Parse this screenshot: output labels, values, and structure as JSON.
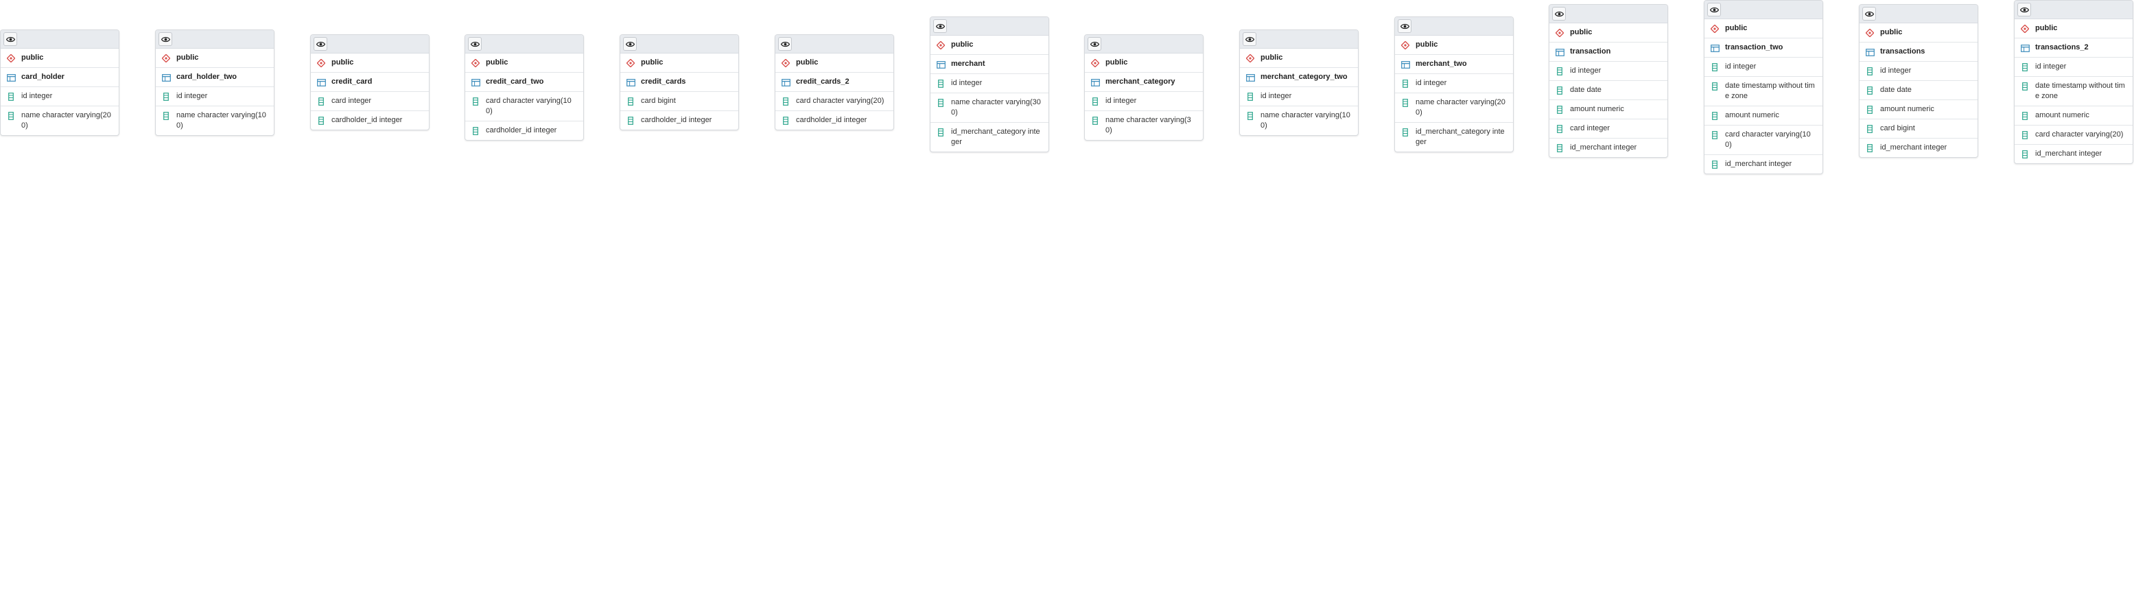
{
  "diagram": {
    "title": "",
    "colors": {
      "schema_icon": "#d9534f",
      "table_icon": "#3c8dbc",
      "column_icon": "#2ca58d",
      "header_bg": "#e8ebef"
    },
    "nodes": [
      {
        "id": "card_holder",
        "schema": "public",
        "table": "card_holder",
        "columns": [
          "id integer",
          "name character varying(200)"
        ]
      },
      {
        "id": "card_holder_two",
        "schema": "public",
        "table": "card_holder_two",
        "columns": [
          "id integer",
          "name character varying(100)"
        ]
      },
      {
        "id": "credit_card",
        "schema": "public",
        "table": "credit_card",
        "columns": [
          "card integer",
          "cardholder_id integer"
        ]
      },
      {
        "id": "credit_card_two",
        "schema": "public",
        "table": "credit_card_two",
        "columns": [
          "card character varying(100)",
          "cardholder_id integer"
        ]
      },
      {
        "id": "credit_cards",
        "schema": "public",
        "table": "credit_cards",
        "columns": [
          "card bigint",
          "cardholder_id integer"
        ]
      },
      {
        "id": "credit_cards_2",
        "schema": "public",
        "table": "credit_cards_2",
        "columns": [
          "card character varying(20)",
          "cardholder_id integer"
        ]
      },
      {
        "id": "merchant",
        "schema": "public",
        "table": "merchant",
        "columns": [
          "id integer",
          "name character varying(300)",
          "id_merchant_category integer"
        ]
      },
      {
        "id": "merchant_category",
        "schema": "public",
        "table": "merchant_category",
        "columns": [
          "id integer",
          "name character varying(30)"
        ]
      },
      {
        "id": "merchant_category_two",
        "schema": "public",
        "table": "merchant_category_two",
        "columns": [
          "id integer",
          "name character varying(100)"
        ]
      },
      {
        "id": "merchant_two",
        "schema": "public",
        "table": "merchant_two",
        "columns": [
          "id integer",
          "name character varying(200)",
          "id_merchant_category integer"
        ]
      },
      {
        "id": "transaction",
        "schema": "public",
        "table": "transaction",
        "columns": [
          "id integer",
          "date date",
          "amount numeric",
          "card integer",
          "id_merchant integer"
        ]
      },
      {
        "id": "transaction_two",
        "schema": "public",
        "table": "transaction_two",
        "columns": [
          "id integer",
          "date timestamp without time zone",
          "amount numeric",
          "card character varying(100)",
          "id_merchant integer"
        ]
      },
      {
        "id": "transactions",
        "schema": "public",
        "table": "transactions",
        "columns": [
          "id integer",
          "date date",
          "amount numeric",
          "card bigint",
          "id_merchant integer"
        ]
      },
      {
        "id": "transactions_2",
        "schema": "public",
        "table": "transactions_2",
        "columns": [
          "id integer",
          "date timestamp without time zone",
          "amount numeric",
          "card character varying(20)",
          "id_merchant integer"
        ]
      }
    ]
  }
}
